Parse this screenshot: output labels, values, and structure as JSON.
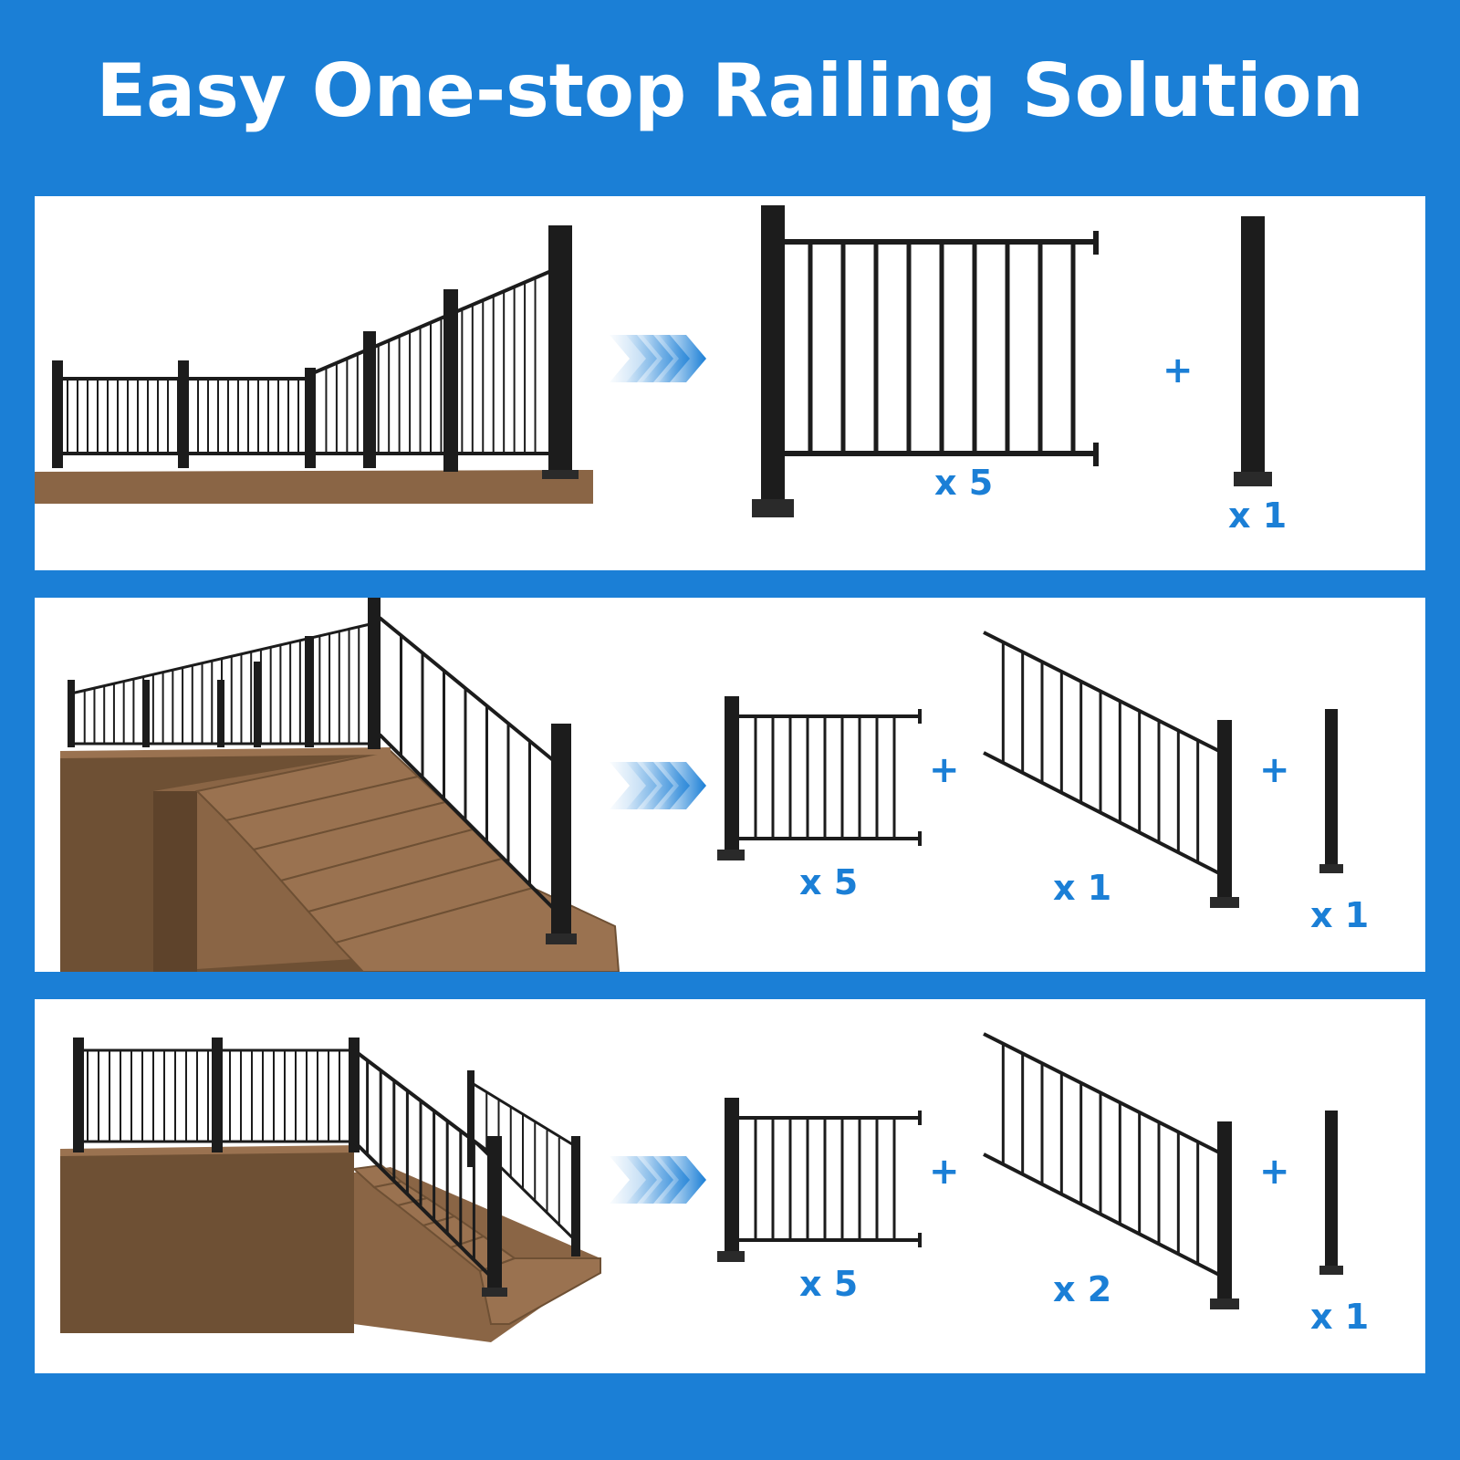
{
  "title": "Easy One-stop Railing Solution",
  "colors": {
    "background": "#1b7fd6",
    "accent": "#1b7fd6",
    "panel": "#ffffff",
    "rail": "#1c1c1c",
    "wood": "#7a5a3c"
  },
  "plus_sign": "+",
  "panels": [
    {
      "scene": "straight-deck-railing",
      "kit": {
        "rail_panel_qty": "x 5",
        "post_qty": "x 1"
      }
    },
    {
      "scene": "deck-with-stair-railing",
      "kit": {
        "rail_panel_qty": "x 5",
        "stair_panel_qty": "x 1",
        "post_qty": "x 1"
      }
    },
    {
      "scene": "deck-with-two-stair-railings",
      "kit": {
        "rail_panel_qty": "x 5",
        "stair_panel_qty": "x 2",
        "post_qty": "x 1"
      }
    }
  ]
}
